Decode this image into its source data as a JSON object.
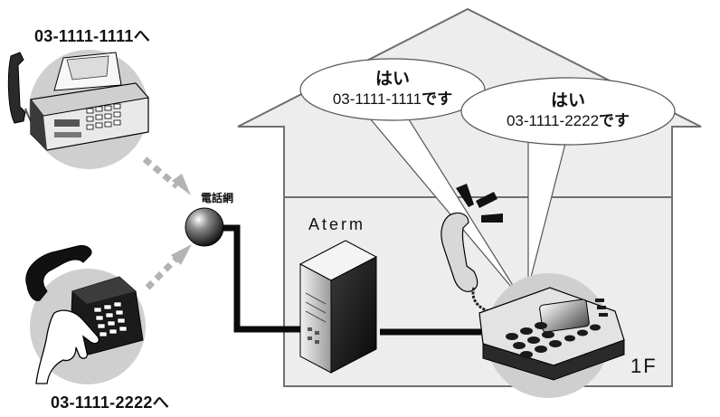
{
  "labels": {
    "fax_number": "03-1111-1111へ",
    "phone_number": "03-1111-2222へ",
    "network": "電話網",
    "router": "Aterm",
    "floor": "1F"
  },
  "bubbles": [
    {
      "greeting": "はい",
      "number": "03-1111-1111",
      "suffix": "です"
    },
    {
      "greeting": "はい",
      "number": "03-1111-2222",
      "suffix": "です"
    }
  ],
  "icons": [
    "fax-machine-icon",
    "telephone-icon",
    "network-globe-icon",
    "router-icon",
    "phone-handset-icon",
    "base-telephone-icon",
    "house-outline-icon"
  ],
  "colors": {
    "ink": "#111111",
    "house_fill": "#ededed",
    "house_stroke": "#6f6f6f",
    "circle_fill": "#cfcfcf",
    "dash_arrow": "#b3b3b3"
  }
}
